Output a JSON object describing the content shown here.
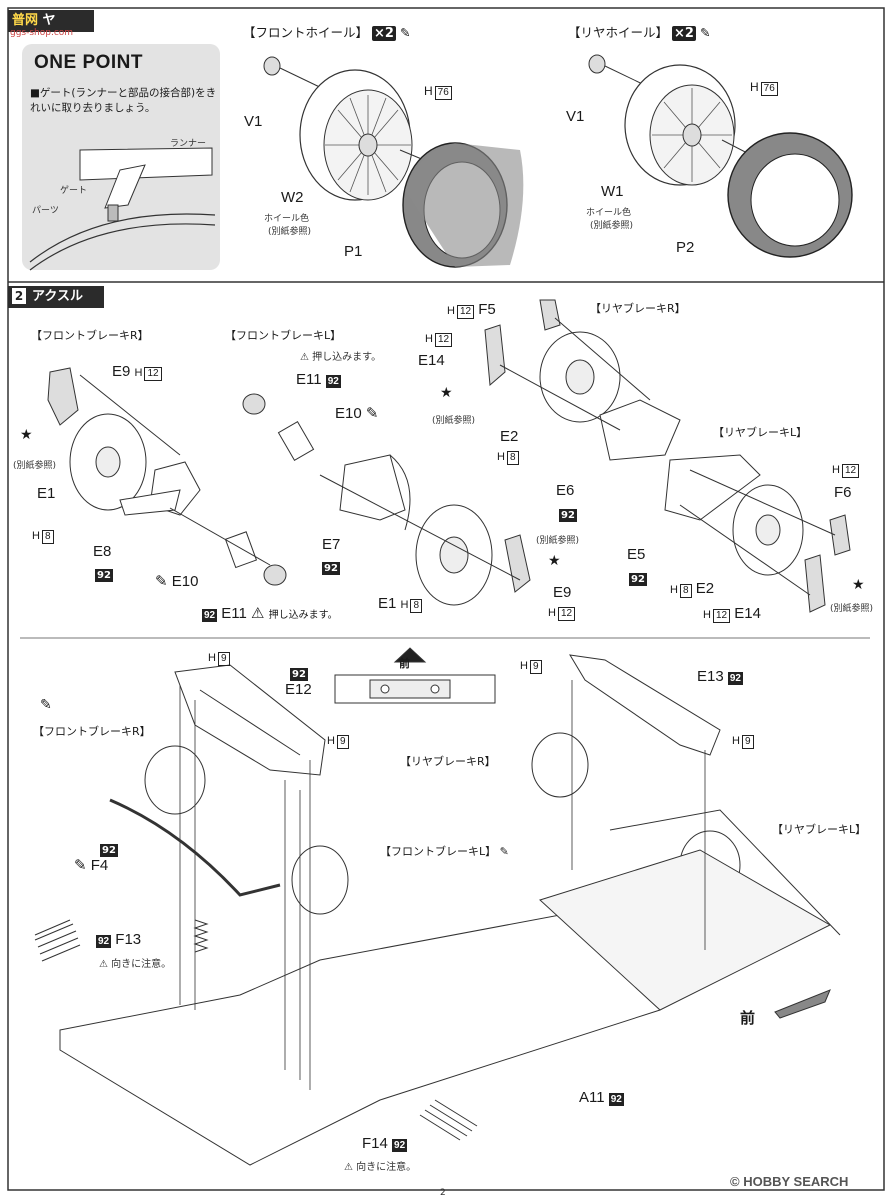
{
  "header": {
    "logo_text": "普网",
    "logo_sub": "ggs-shop.com",
    "title_tail": "ヤ"
  },
  "step1": {
    "front_wheel_title": "【フロントホイール】",
    "rear_wheel_title": "【リヤホイール】",
    "qty": "×2",
    "front": {
      "v": "V1",
      "h": "H",
      "h_num": "76",
      "w": "W2",
      "w_note1": "ホイール色",
      "w_note2": "(別紙参照)",
      "p": "P1"
    },
    "rear": {
      "v": "V1",
      "h": "H",
      "h_num": "76",
      "w": "W1",
      "w_note1": "ホイール色",
      "w_note2": "(別紙参照)",
      "p": "P2"
    }
  },
  "one_point": {
    "title": "ONE POINT",
    "text": "■ゲート(ランナーと部品の接合部)をきれいに取り去りましょう。",
    "runner": "ランナー",
    "gate": "ゲート",
    "parts": "パーツ"
  },
  "step2": {
    "num": "2",
    "title": "アクスル",
    "front_brake_r": "【フロントブレーキR】",
    "front_brake_l": "【フロントブレーキL】",
    "rear_brake_r": "【リヤブレーキR】",
    "rear_brake_l": "【リヤブレーキL】",
    "press_in": "押し込みます。",
    "ref": "(別紙参照)",
    "h": "H",
    "h8": "8",
    "h12": "12",
    "h9": "9",
    "c92": "92",
    "parts": {
      "e9": "E9",
      "e1": "E1",
      "e8": "E8",
      "e10": "E10",
      "e11": "E11",
      "e7": "E7",
      "f5": "F5",
      "e14": "E14",
      "e2": "E2",
      "e6": "E6",
      "e5": "E5",
      "f6": "F6"
    }
  },
  "step3": {
    "front_label": "前",
    "e12": "E12",
    "e13": "E13",
    "f4": "F4",
    "f13": "F13",
    "f14": "F14",
    "a11": "A11",
    "direction_note": "向きに注意。",
    "front_brake_r": "【フロントブレーキR】",
    "front_brake_l": "【フロントブレーキL】",
    "rear_brake_r": "【リヤブレーキR】",
    "rear_brake_l": "【リヤブレーキL】"
  },
  "footer": {
    "page_num": "2",
    "watermark": "HOBBY SEARCH",
    "watermark_pre": "©"
  }
}
